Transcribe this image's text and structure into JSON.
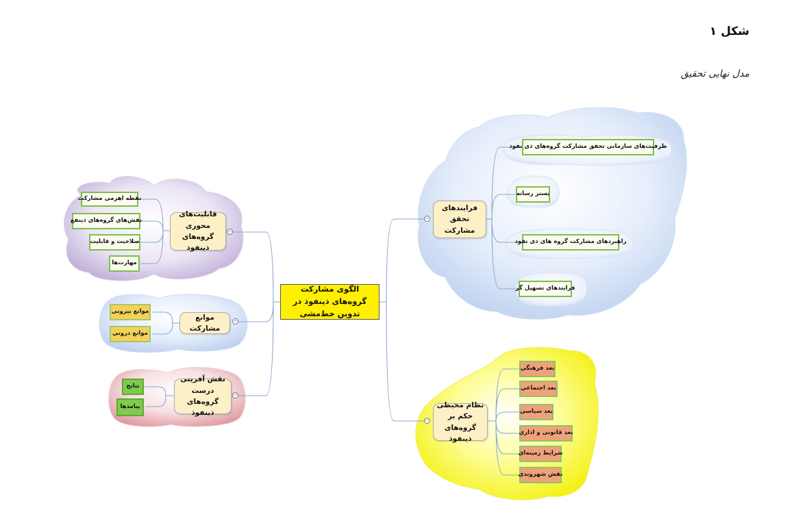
{
  "figure": {
    "label": "شکل ۱",
    "caption": "مدل نهایی تحقیق"
  },
  "central": {
    "text": "الگوی مشارکت گروه‌های ذینفوذ در تدوین خط‌مشی"
  },
  "branches": {
    "capabilities": {
      "title": "قابلیت‌های محوری گروه‌های ذینفوذ",
      "leaves": [
        "نقطه اهرمی مشارکت",
        "نقش‌های گروه‌های ذینفع",
        "صلاحیت و قابلیت",
        "مهارت‌ها"
      ]
    },
    "barriers": {
      "title": "موانع مشارکت",
      "leaves": [
        "موانع بیرونی",
        "موانع درونی"
      ]
    },
    "role": {
      "title": "نقش آفرینی درست گروه‌های ذینفوذ",
      "leaves": [
        "نتایج",
        "پیامدها"
      ]
    },
    "processes": {
      "title": "فرایندهای تحقق مشارکت",
      "leaves": [
        "ظرفیت‌های سازمانی تحقق مشارکت گروه‌های ذی نفوذ",
        "بستر رسانه",
        "راهبردهای مشارکت گروه های ذی نفوذ",
        "فرایندهای تسهیل گر"
      ]
    },
    "environment": {
      "title": "نظام محیطی حکم بر گروه‌های ذینفوذ",
      "leaves": [
        "بعد فرهنگی",
        "بعد اجتماعی",
        "بعد سیاسی",
        "بعد قانونی و اداری",
        "شرایط زمینه‌ای",
        "نقش شهروندی"
      ]
    }
  },
  "colors": {
    "central_fill": "#ffef00",
    "branch_fill": "#fdf0c6",
    "cloud_purple": "#c9b6dd",
    "cloud_blue": "#c7d8f2",
    "cloud_red": "#e9a9ad",
    "cloud_yellow": "#f7f500",
    "connector": "#8aa7cc"
  },
  "icons": {
    "collapse": "minus-circle-icon"
  }
}
